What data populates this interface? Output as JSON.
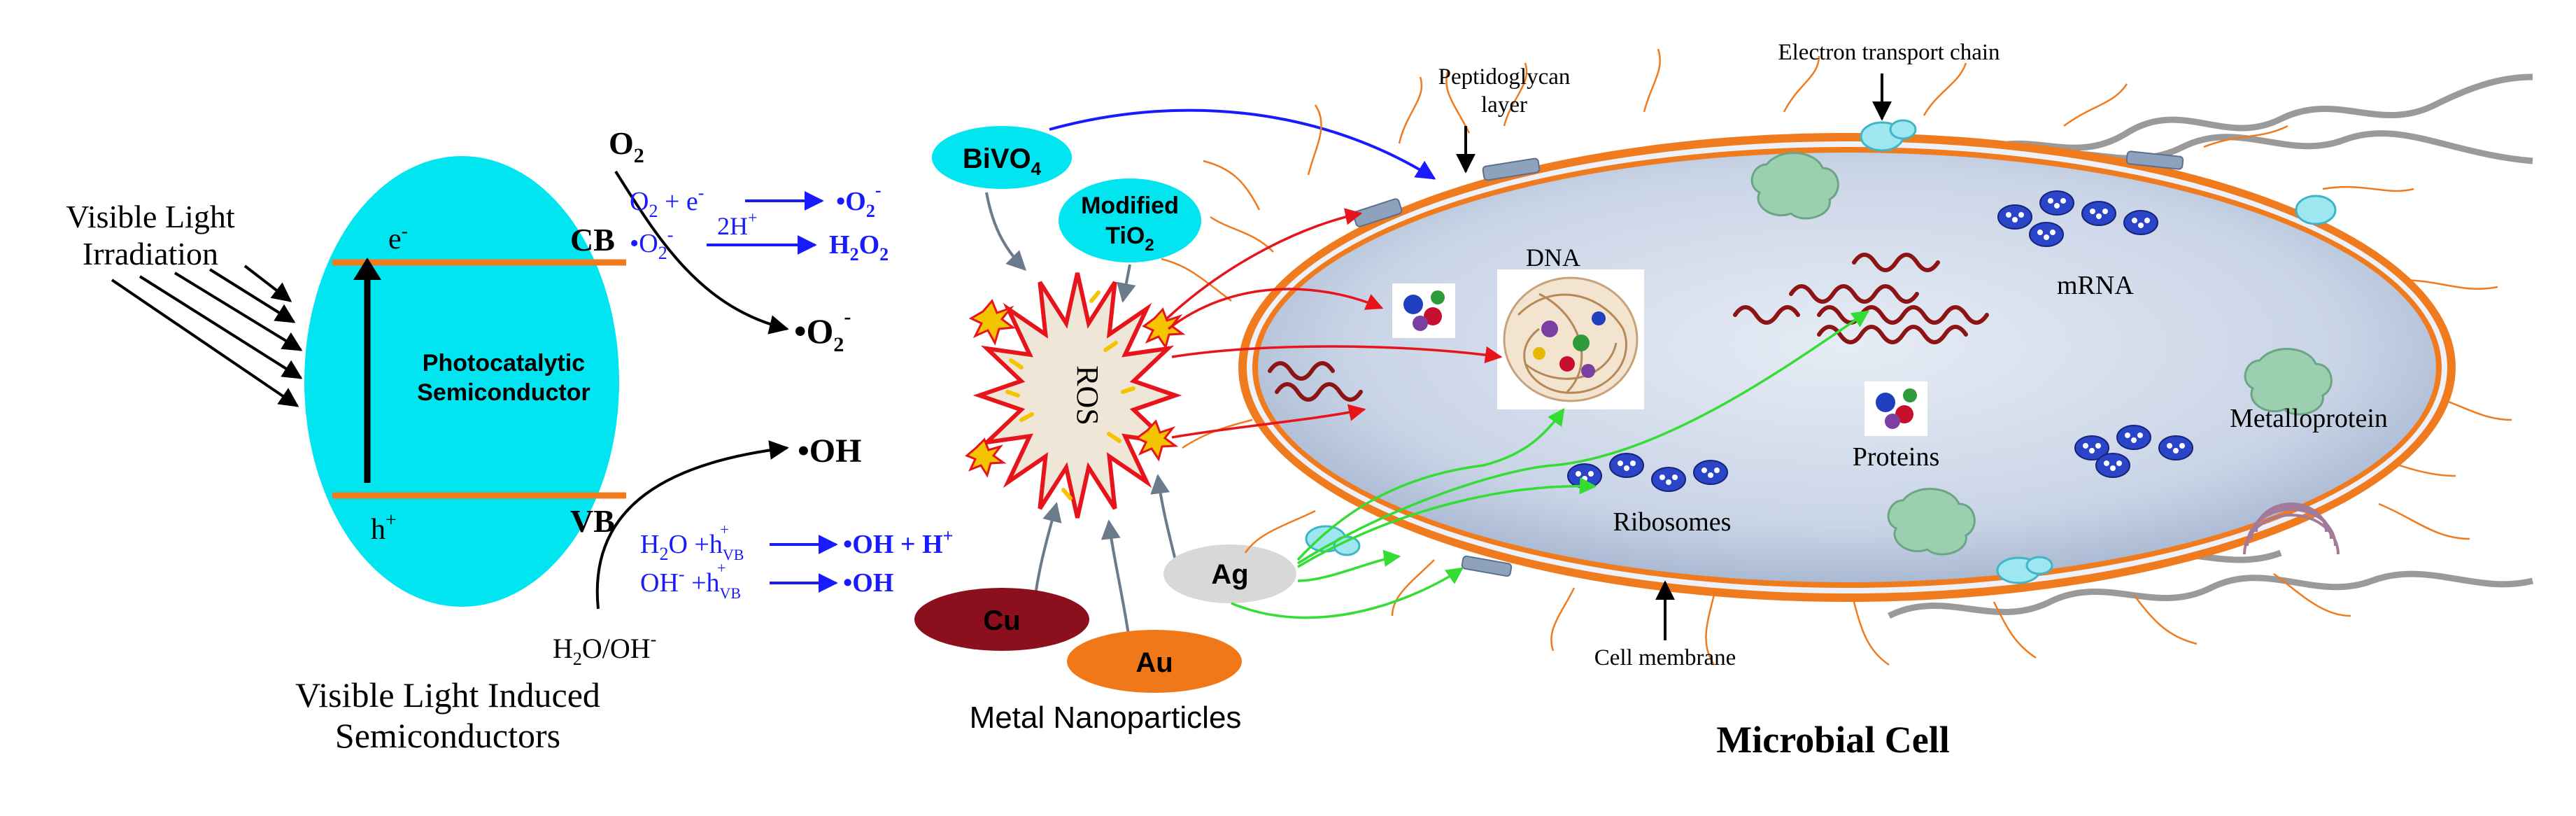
{
  "colors": {
    "cyan": "#00e5f0",
    "orange": "#f07a1e",
    "blue_text": "#1a1aff",
    "red": "#e8141c",
    "green": "#33dd33",
    "cell_fill": "#c7d3e6",
    "cu": "#8c0f1e",
    "au": "#f07818",
    "ag": "#d8d8d8"
  },
  "left": {
    "irradiation_line1": "Visible Light",
    "irradiation_line2": "Irradiation",
    "cb_label": "CB",
    "vb_label": "VB",
    "electron": "e",
    "electron_sup": "-",
    "hole": "h",
    "hole_sup": "+",
    "semiconductor_line1": "Photocatalytic",
    "semiconductor_line2": "Semiconductor",
    "caption_line1": "Visible Light Induced",
    "caption_line2": "Semiconductors"
  },
  "reactions": {
    "o2_top": "O",
    "o2_top_sub": "2",
    "r1_left": "O",
    "r1_left_sub": "2",
    "r1_mid": " + e",
    "r1_mid_sup": "-",
    "r1_product": "•O",
    "r1_product_sub": "2",
    "r1_product_sup": "-",
    "r2_left": "•O",
    "r2_left_sub": "2",
    "r2_left_sup": "-",
    "r2_over": "2H",
    "r2_over_sup": "+",
    "r2_product": "H",
    "r2_product_sub1": "2",
    "r2_product_mid": "O",
    "r2_product_sub2": "2",
    "superoxide": "•O",
    "superoxide_sub": "2",
    "superoxide_sup": "-",
    "hydroxyl": "•OH",
    "r3_left": "H",
    "r3_left_sub": "2",
    "r3_left_rest": "O +h",
    "r3_sub": "VB",
    "r3_sup": "+",
    "r3_product": "•OH + H",
    "r3_product_sup": "+",
    "r4_left": "OH",
    "r4_left_sup": "-",
    "r4_mid": " +h",
    "r4_sub": "VB",
    "r4_sup": "+",
    "r4_product": "•OH",
    "water_label": "H",
    "water_sub": "2",
    "water_rest": "O/OH",
    "water_sup": "-"
  },
  "middle": {
    "bivo4": "BiVO",
    "bivo4_sub": "4",
    "modified_line1": "Modified",
    "modified_line2": "TiO",
    "modified_sub": "2",
    "ros": "ROS",
    "ag": "Ag",
    "cu": "Cu",
    "au": "Au",
    "caption": "Metal Nanoparticles"
  },
  "cell": {
    "peptidoglycan_line1": "Peptidoglycan",
    "peptidoglycan_line2": "layer",
    "etc": "Electron transport chain",
    "dna": "DNA",
    "mrna": "mRNA",
    "proteins": "Proteins",
    "metalloprotein": "Metalloprotein",
    "ribosomes": "Ribosomes",
    "membrane": "Cell membrane",
    "caption": "Microbial Cell"
  }
}
